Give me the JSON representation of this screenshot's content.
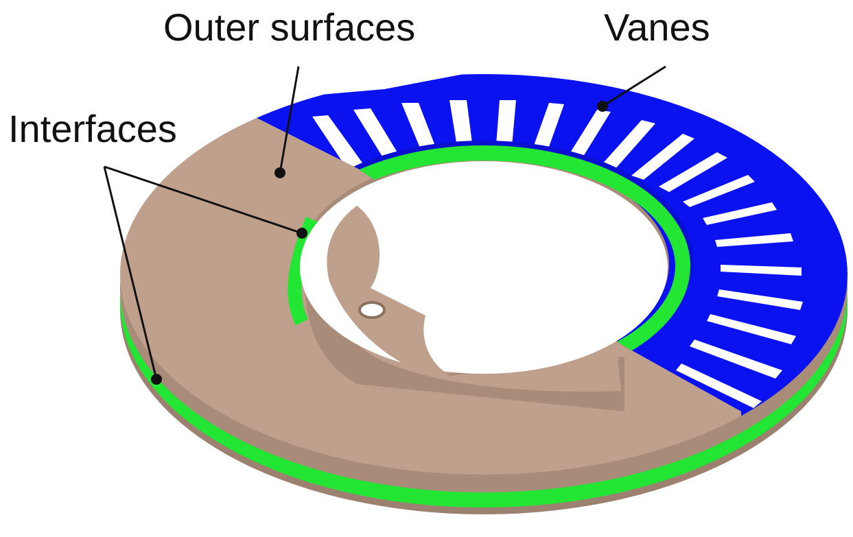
{
  "labels": {
    "outer_surfaces": "Outer surfaces",
    "vanes": "Vanes",
    "interfaces": "Interfaces"
  },
  "colors": {
    "vanes_blue": "#0a12f0",
    "interface_green": "#22e633",
    "outer_tan": "#bfa08c",
    "outer_tan_dark": "#9c8170",
    "background": "#ffffff"
  }
}
